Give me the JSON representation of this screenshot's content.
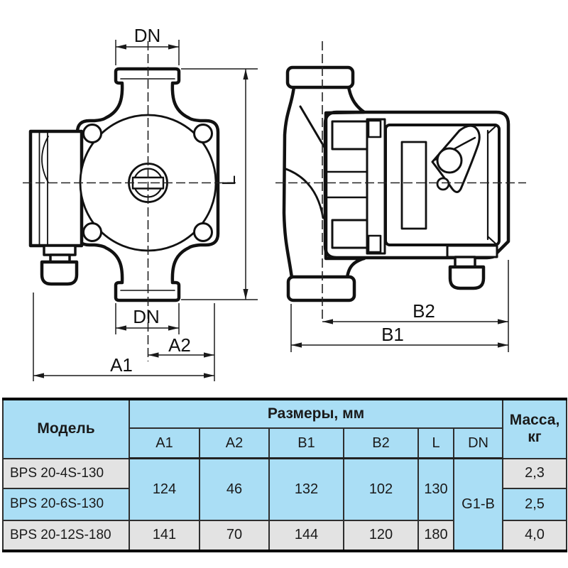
{
  "diagram": {
    "dim_labels": {
      "dn_top": "DN",
      "dn_bottom": "DN",
      "l": "L",
      "a1": "A1",
      "a2": "A2",
      "b1": "B1",
      "b2": "B2"
    }
  },
  "table": {
    "header": {
      "model": "Модель",
      "dimensions": "Размеры, мм",
      "mass_line1": "Масса,",
      "mass_line2": "кг",
      "col_a1": "A1",
      "col_a2": "A2",
      "col_b1": "B1",
      "col_b2": "B2",
      "col_l": "L",
      "col_dn": "DN"
    },
    "shared_4s_6s": {
      "a1": "124",
      "a2": "46",
      "b1": "132",
      "b2": "102",
      "l": "130"
    },
    "shared_dn": "G1-B",
    "rows": [
      {
        "model": "BPS 20-4S-130",
        "mass": "2,3"
      },
      {
        "model": "BPS 20-6S-130",
        "mass": "2,5"
      },
      {
        "model": "BPS 20-12S-180",
        "a1": "141",
        "a2": "70",
        "b1": "144",
        "b2": "120",
        "l": "180",
        "mass": "4,0"
      }
    ]
  },
  "colors": {
    "table_blue": "#aadef5",
    "table_gray": "#e3e3e3",
    "line": "#111111"
  }
}
